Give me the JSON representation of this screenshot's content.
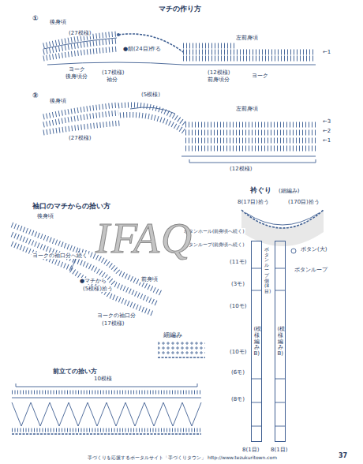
{
  "diagram": {
    "title": "マチの作り方",
    "nodes": [
      {
        "text": [
          "(模様編みB)"
        ]
      },
      {
        "text": [
          "(模様編みB)"
        ]
      }
    ],
    "labels": [
      "①",
      "後身頃",
      "(27模様)",
      "●鎖(24目)作る",
      "左前身頃",
      "ヨーク",
      "後身頃分",
      "(17模様)",
      "袖分",
      "(12模様)",
      "前身頃分",
      "ヨーク",
      "←1",
      "②",
      "後身頃",
      "(5模様)",
      "(27模様)",
      "左前身頃",
      "←3",
      "←2",
      "←1",
      "(12模様)",
      "袖口のマチからの拾い方",
      "後身頃",
      "ヨークの袖口分へ続く",
      "前身頃",
      "●マチから",
      "(5模様)拾う",
      "ヨークの袖口分",
      "(17模様)",
      "衿ぐり",
      "(細編み)",
      "8(17目)拾う",
      "(170目)拾う",
      "ボタンホール(前身頃へ続く)",
      "ボタン(大)",
      "ボタンループ(前身頃へ続く)",
      "ボタンループ",
      "ボタンループ側(8目)",
      "(11モ)",
      "(3モ)",
      "(10モ)",
      "(10モ)",
      "(6モ)",
      "(8モ)",
      "8(1目)",
      "8(1目)",
      "細編み",
      "前立ての拾い方",
      "10模様",
      "手づくりを応援するポータルサイト「手づくりタウン」 http://www.tezukuritown.com",
      "37",
      "IFAQ"
    ]
  }
}
